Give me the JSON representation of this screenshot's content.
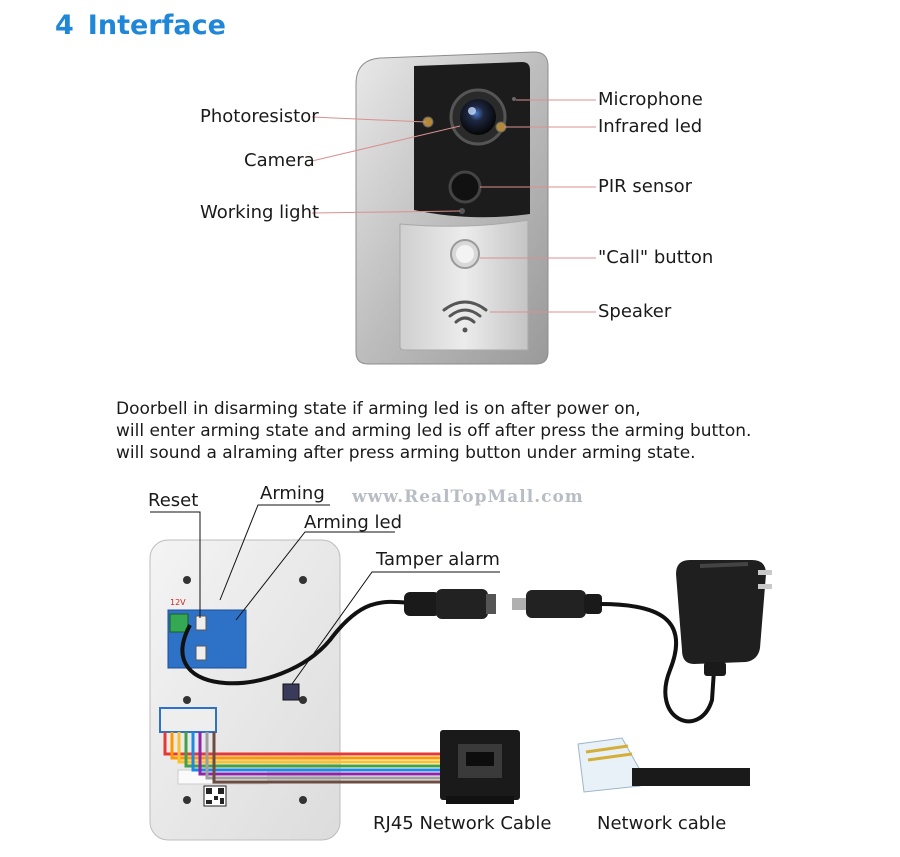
{
  "section": {
    "number": "4",
    "title": "Interface"
  },
  "device_labels": {
    "photoresistor": "Photoresistor",
    "camera": "Camera",
    "working_light": "Working light",
    "microphone": "Microphone",
    "infrared_led": "Infrared led",
    "pir_sensor": "PIR sensor",
    "call_button": "\"Call\" button",
    "speaker": "Speaker"
  },
  "description": [
    "Doorbell in disarming state if  arming led is on after power on,",
    "will enter arming state and arming led is off after press the arming button.",
    "will sound a alraming after press arming button under arming state."
  ],
  "watermark": "www.RealTopMall.com",
  "back_labels": {
    "reset": "Reset",
    "arming": "Arming",
    "arming_led": "Arming led",
    "tamper_alarm": "Tamper alarm",
    "voltage": "12V"
  },
  "captions": {
    "rj45": "RJ45 Network Cable",
    "network_cable": "Network cable"
  },
  "colors": {
    "title": "#1f86d8",
    "board": "#2e72c8",
    "wires": [
      "#e53935",
      "#ff9800",
      "#fbc02d",
      "#43a047",
      "#1e88e5",
      "#8e24aa",
      "#9e9e9e",
      "#6d4c41"
    ]
  }
}
